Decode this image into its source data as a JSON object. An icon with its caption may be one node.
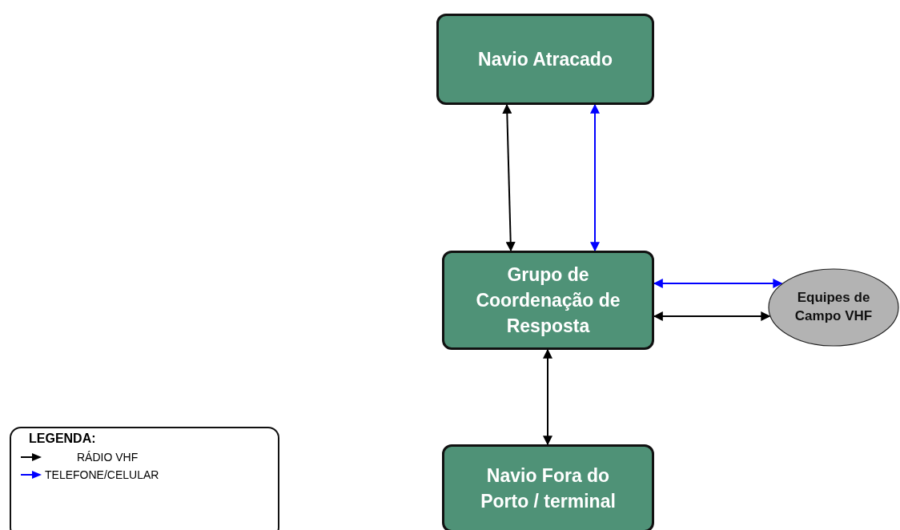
{
  "diagram": {
    "nodes": [
      {
        "text": [
          "Navio Atracado"
        ]
      },
      {
        "text": [
          "Grupo de Coordenação de Resposta"
        ]
      },
      {
        "text": [
          "Equipes de Campo VHF"
        ]
      },
      {
        "text": [
          "Navio Fora do Porto / terminal"
        ]
      }
    ],
    "edges": [
      {
        "from": 0,
        "to": 1,
        "arrow": "both"
      },
      {
        "from": 0,
        "to": 1,
        "arrow": "both",
        "color": "#0000ff"
      },
      {
        "from": 1,
        "to": 2,
        "arrow": "both",
        "color": "#0000ff"
      },
      {
        "from": 1,
        "to": 2,
        "arrow": "both"
      },
      {
        "from": 1,
        "to": 3,
        "arrow": "both"
      }
    ],
    "labels": [
      "LEGENDA:"
    ],
    "legend": [
      {
        "text": "RÁDIO VHF",
        "color": "#000000"
      },
      {
        "text": "TELEFONE/CELULAR",
        "color": "#0000ff"
      }
    ]
  }
}
